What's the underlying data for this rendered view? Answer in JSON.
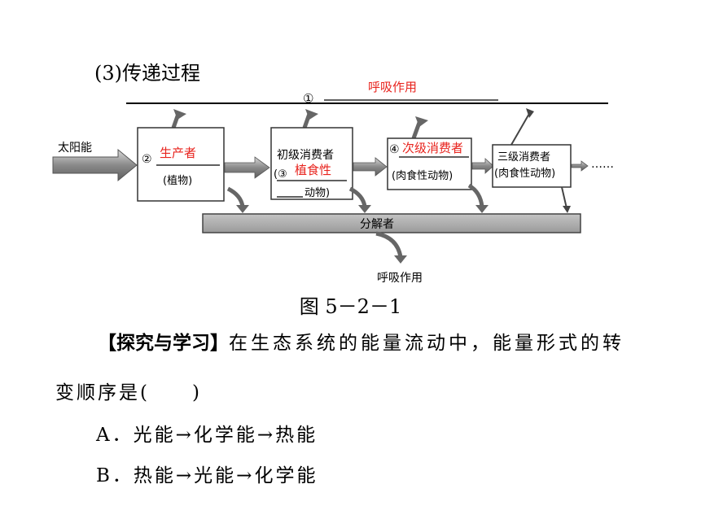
{
  "section_heading": "(3)传递过程",
  "diagram": {
    "sun_label": "太阳能",
    "respiration_top_marker": "①",
    "respiration_top_answer": "呼吸作用",
    "producer_marker": "②",
    "producer_answer": "生产者",
    "producer_note": "(植物)",
    "primary_title": "初级消费者",
    "primary_marker": "(③",
    "primary_answer": "植食性",
    "primary_suffix": "动物)",
    "secondary_marker": "④",
    "secondary_answer": "次级消费者",
    "secondary_note": "(肉食性动物)",
    "tertiary_title": "三级消费者",
    "tertiary_note": "(肉食性动物)",
    "ellipsis": "……",
    "decomposer_label": "分解者",
    "respiration_bottom": "呼吸作用",
    "answer_color": "#e8231d"
  },
  "figure_caption": "图 5－2－1",
  "question": {
    "tag": "【探究与学习】",
    "text_line1": "在生态系统的能量流动中，能量形式的转",
    "text_line2": "变顺序是(　　)"
  },
  "options": {
    "a": "A．光能→化学能→热能",
    "b": "B．热能→光能→化学能"
  }
}
